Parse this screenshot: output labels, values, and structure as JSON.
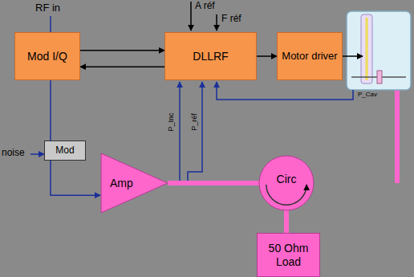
{
  "diagram": {
    "nodes": [
      {
        "text": [
          "Mod I/Q"
        ]
      },
      {
        "text": [
          "DLLRF"
        ]
      },
      {
        "text": [
          "Motor driver"
        ]
      },
      {
        "text": [
          "Mod"
        ]
      },
      {
        "text": [
          "Amp"
        ]
      },
      {
        "text": [
          "Circ"
        ]
      },
      {
        "text": [
          "50 Ohm Load"
        ]
      }
    ],
    "edges": [
      {
        "from": 0,
        "to": 1,
        "arrow": "to"
      },
      {
        "from": 1,
        "to": 0,
        "arrow": "to"
      },
      {
        "from": 1,
        "to": 2,
        "arrow": "to"
      },
      {
        "from": 0,
        "to": 3,
        "arrow": "none"
      },
      {
        "from": 3,
        "to": 4,
        "arrow": "to"
      },
      {
        "from": 4,
        "to": 5,
        "arrow": "none"
      },
      {
        "from": 5,
        "to": 6,
        "arrow": "none"
      }
    ],
    "labels": [
      "RF in",
      "A réf",
      "F réf",
      "noise",
      "P_Inc",
      "P_réf",
      "P_Cav"
    ]
  }
}
